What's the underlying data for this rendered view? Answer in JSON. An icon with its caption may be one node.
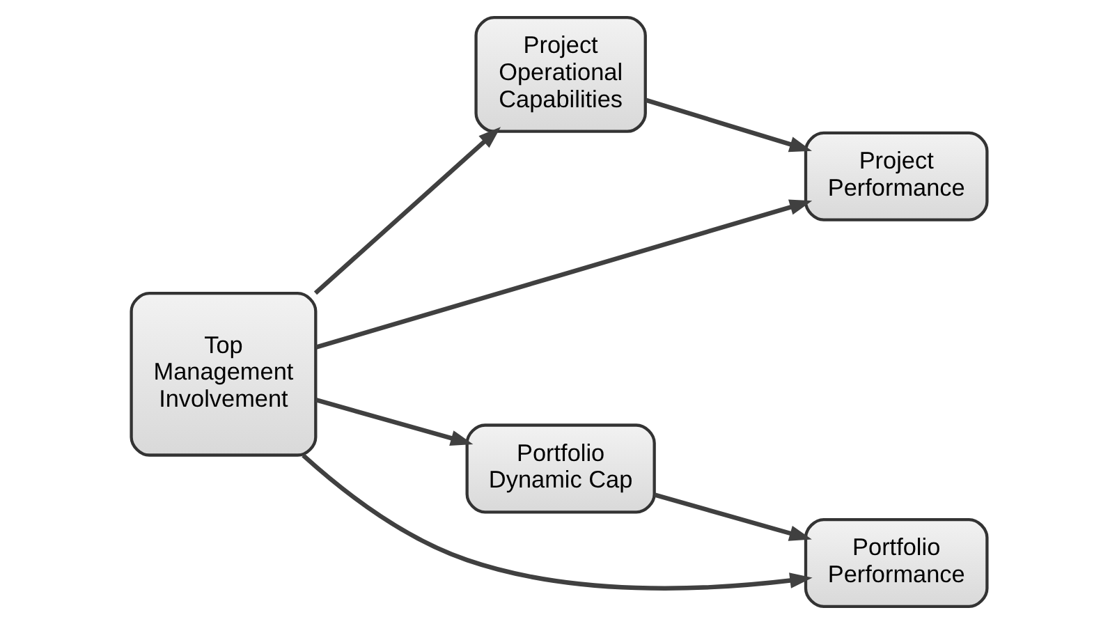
{
  "diagram": {
    "nodes": [
      {
        "text": [
          "Top Management Involvement"
        ]
      },
      {
        "text": [
          "Project Operational Capabilities"
        ]
      },
      {
        "text": [
          "Project Performance"
        ]
      },
      {
        "text": [
          "Portfolio Dynamic Cap"
        ]
      },
      {
        "text": [
          "Portfolio Performance"
        ]
      }
    ],
    "edges": [
      {
        "from": 0,
        "to": 1,
        "arrow": "to"
      },
      {
        "from": 1,
        "to": 2,
        "arrow": "to"
      },
      {
        "from": 0,
        "to": 2,
        "arrow": "to"
      },
      {
        "from": 0,
        "to": 3,
        "arrow": "to"
      },
      {
        "from": 3,
        "to": 4,
        "arrow": "to"
      },
      {
        "from": 0,
        "to": 4,
        "arrow": "to"
      }
    ]
  }
}
